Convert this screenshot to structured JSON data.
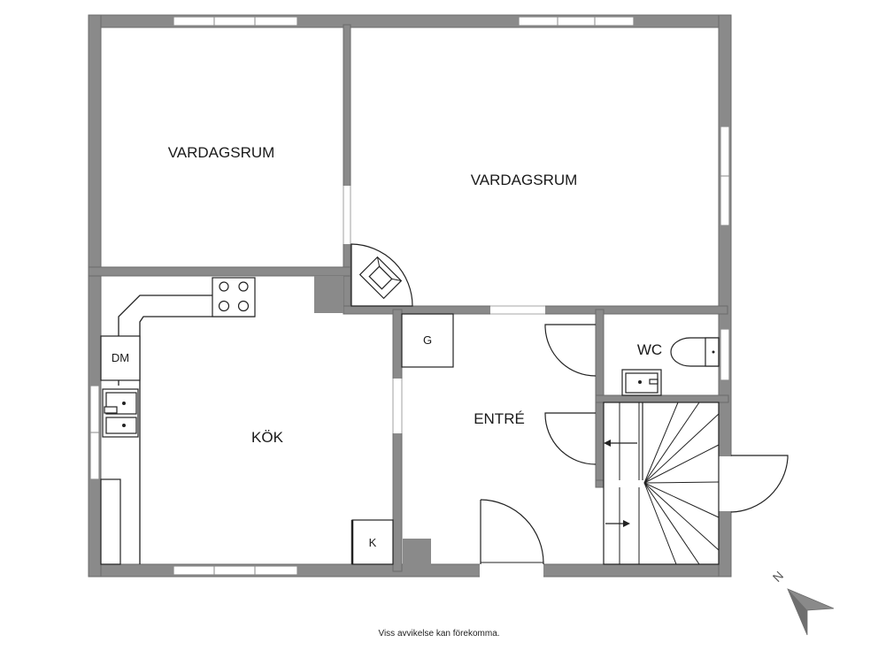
{
  "rooms": {
    "living_left": "VARDAGSRUM",
    "living_right": "VARDAGSRUM",
    "kitchen": "KÖK",
    "entrance": "ENTRÉ",
    "wc": "WC"
  },
  "fixtures": {
    "dishwasher": "DM",
    "wardrobe": "G",
    "fridge": "K"
  },
  "compass": {
    "label": "N"
  },
  "disclaimer": "Viss avvikelse kan förekomma.",
  "colors": {
    "wall": "#8a8a8a",
    "line": "#222222",
    "chimney": "#8a8a8a"
  }
}
